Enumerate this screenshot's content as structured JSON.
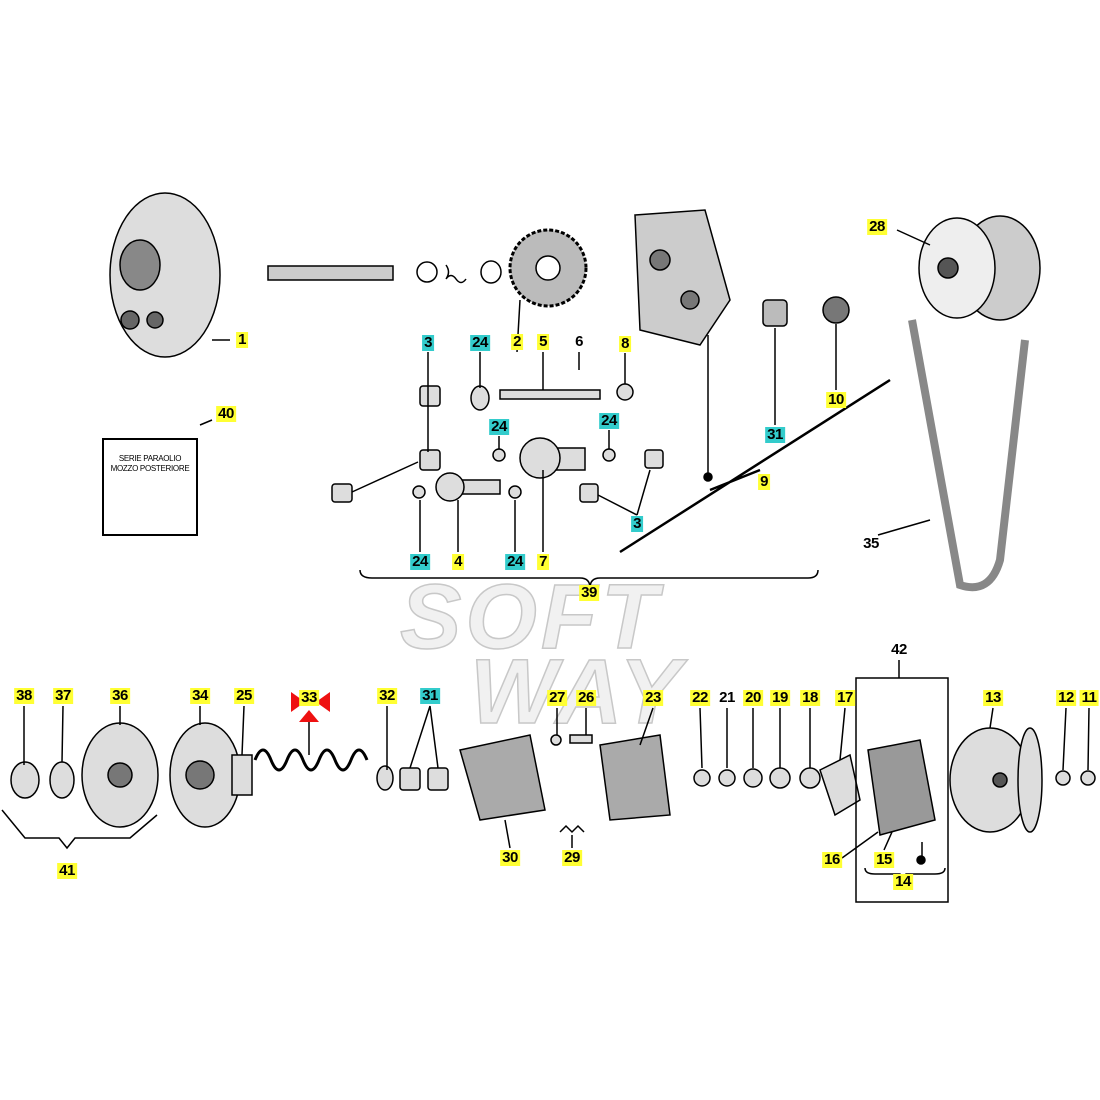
{
  "diagram": {
    "note_box": {
      "line1": "SERIE PARAOLIO",
      "line2": "MOZZO POSTERIORE"
    },
    "watermark": {
      "line1": "SOFT",
      "line2": "WAY"
    },
    "colors": {
      "yellow": "#ffff33",
      "cyan": "#33cccc",
      "marker": "#ee1111"
    },
    "labels": [
      {
        "text": "1",
        "hl": "y"
      },
      {
        "text": "40",
        "hl": "y"
      },
      {
        "text": "3",
        "hl": "c"
      },
      {
        "text": "24",
        "hl": "c"
      },
      {
        "text": "2",
        "hl": "y"
      },
      {
        "text": "5",
        "hl": "y"
      },
      {
        "text": "6",
        "hl": ""
      },
      {
        "text": "8",
        "hl": "y"
      },
      {
        "text": "31",
        "hl": "c"
      },
      {
        "text": "10",
        "hl": "y"
      },
      {
        "text": "28",
        "hl": "y"
      },
      {
        "text": "24",
        "hl": "c"
      },
      {
        "text": "24",
        "hl": "c"
      },
      {
        "text": "9",
        "hl": "y"
      },
      {
        "text": "3",
        "hl": "c"
      },
      {
        "text": "24",
        "hl": "c"
      },
      {
        "text": "4",
        "hl": "y"
      },
      {
        "text": "24",
        "hl": "c"
      },
      {
        "text": "7",
        "hl": "y"
      },
      {
        "text": "39",
        "hl": "y"
      },
      {
        "text": "35",
        "hl": ""
      },
      {
        "text": "42",
        "hl": ""
      },
      {
        "text": "38",
        "hl": "y"
      },
      {
        "text": "37",
        "hl": "y"
      },
      {
        "text": "36",
        "hl": "y"
      },
      {
        "text": "34",
        "hl": "y"
      },
      {
        "text": "25",
        "hl": "y"
      },
      {
        "text": "33",
        "hl": "y"
      },
      {
        "text": "32",
        "hl": "y"
      },
      {
        "text": "31",
        "hl": "c"
      },
      {
        "text": "27",
        "hl": "y"
      },
      {
        "text": "26",
        "hl": "y"
      },
      {
        "text": "23",
        "hl": "y"
      },
      {
        "text": "22",
        "hl": "y"
      },
      {
        "text": "21",
        "hl": ""
      },
      {
        "text": "20",
        "hl": "y"
      },
      {
        "text": "19",
        "hl": "y"
      },
      {
        "text": "18",
        "hl": "y"
      },
      {
        "text": "17",
        "hl": "y"
      },
      {
        "text": "13",
        "hl": "y"
      },
      {
        "text": "12",
        "hl": "y"
      },
      {
        "text": "11",
        "hl": "y"
      },
      {
        "text": "30",
        "hl": "y"
      },
      {
        "text": "29",
        "hl": "y"
      },
      {
        "text": "16",
        "hl": "y"
      },
      {
        "text": "15",
        "hl": "y"
      },
      {
        "text": "14",
        "hl": "y"
      },
      {
        "text": "41",
        "hl": "y"
      }
    ]
  }
}
